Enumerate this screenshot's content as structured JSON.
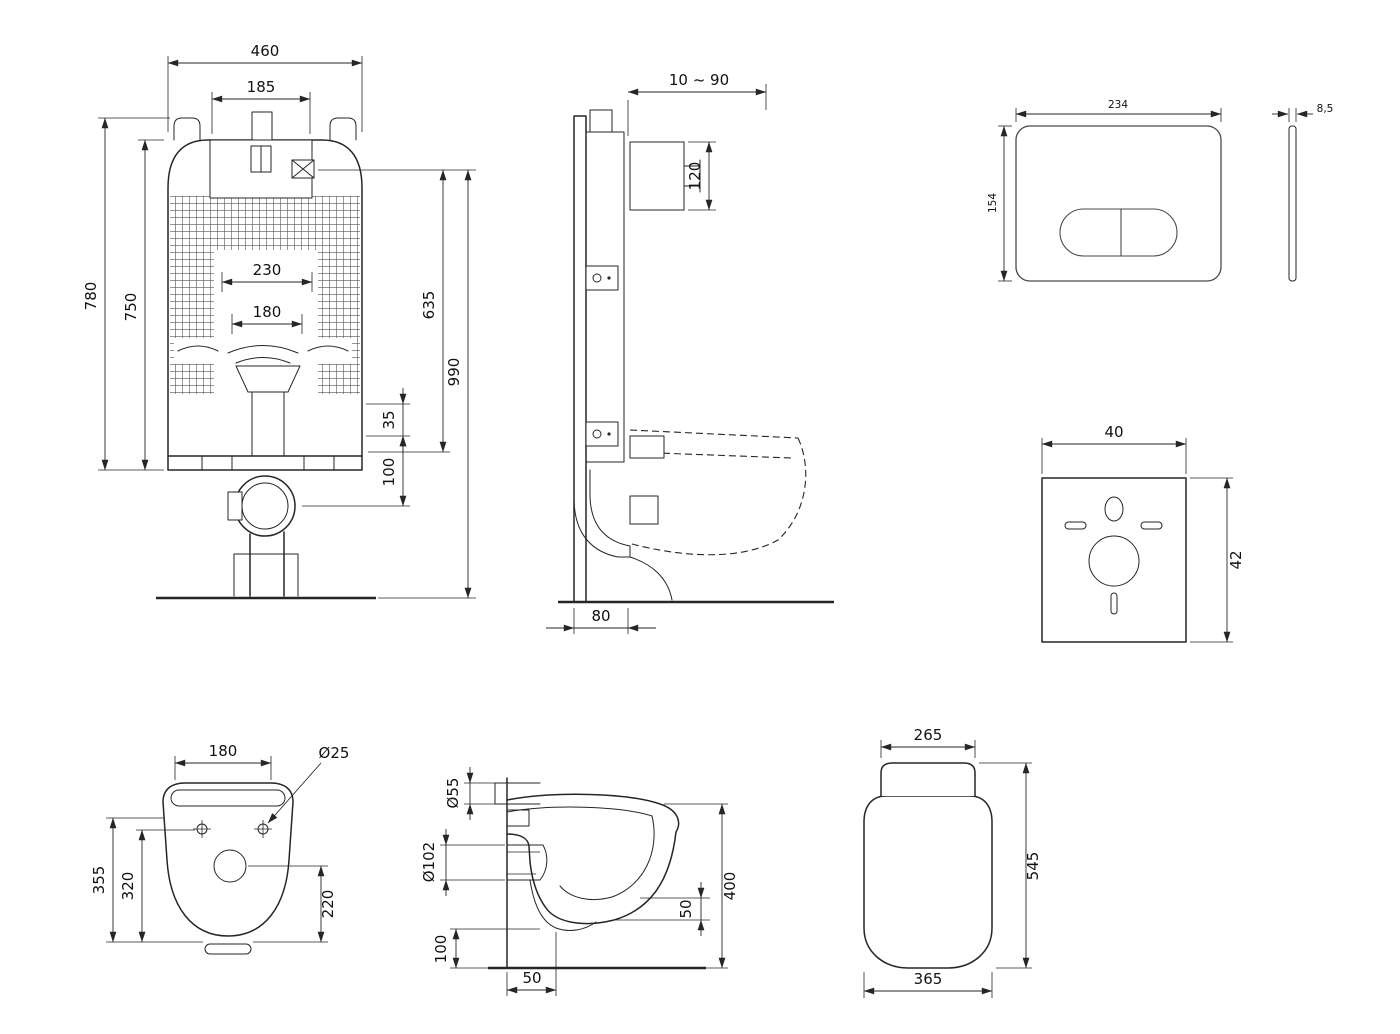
{
  "drawing": {
    "frame_front": {
      "w460": "460",
      "w185": "185",
      "h780": "780",
      "h750": "750",
      "w230": "230",
      "w180": "180",
      "h635": "635",
      "h990": "990",
      "h35": "35",
      "h100": "100"
    },
    "frame_side": {
      "depth_range": "10 ~ 90",
      "h120": "120",
      "d80": "80"
    },
    "flush_plate": {
      "w234": "234",
      "h154": "154",
      "t": "8,5"
    },
    "sound_mat": {
      "w40": "40",
      "h42": "42"
    },
    "bowl_top": {
      "w180": "180",
      "dia25": "Ø25",
      "h355": "355",
      "h320": "320",
      "h220": "220"
    },
    "bowl_side": {
      "dia55": "Ø55",
      "dia102": "Ø102",
      "h100": "100",
      "w50": "50",
      "h400": "400",
      "h50": "50"
    },
    "bowl_front": {
      "w265": "265",
      "h545": "545",
      "w365": "365"
    }
  }
}
